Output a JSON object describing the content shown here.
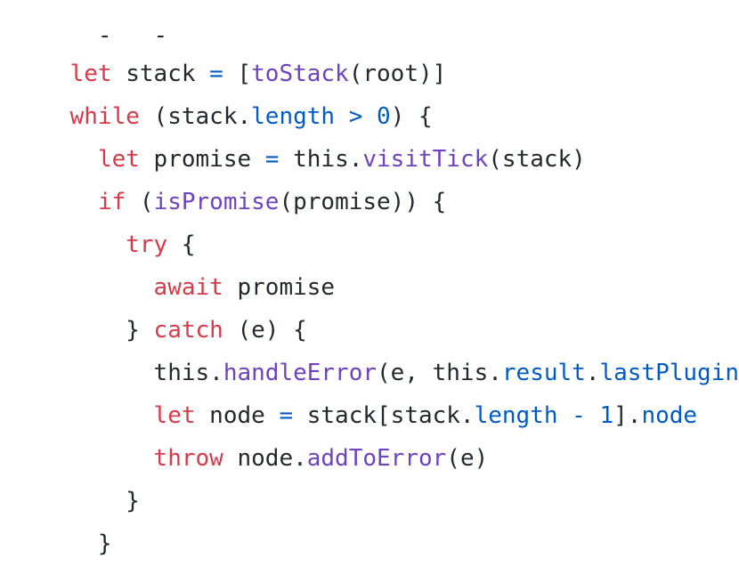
{
  "colors": {
    "keyword": "#d73a49",
    "function": "#6f42c1",
    "property": "#005cc5",
    "number": "#005cc5",
    "plain": "#24292e",
    "background": "#ffffff"
  },
  "code_lines": [
    {
      "tokens": [
        {
          "type": "plain",
          "text": "  -   -"
        }
      ]
    },
    {
      "tokens": [
        {
          "type": "keyword",
          "text": "let"
        },
        {
          "type": "plain",
          "text": " stack "
        },
        {
          "type": "operator",
          "text": "="
        },
        {
          "type": "plain",
          "text": " ["
        },
        {
          "type": "function",
          "text": "toStack"
        },
        {
          "type": "plain",
          "text": "(root)]"
        }
      ]
    },
    {
      "tokens": [
        {
          "type": "keyword",
          "text": "while"
        },
        {
          "type": "plain",
          "text": " (stack."
        },
        {
          "type": "property",
          "text": "length"
        },
        {
          "type": "plain",
          "text": " "
        },
        {
          "type": "operator",
          "text": ">"
        },
        {
          "type": "plain",
          "text": " "
        },
        {
          "type": "number",
          "text": "0"
        },
        {
          "type": "plain",
          "text": ") {"
        }
      ]
    },
    {
      "tokens": [
        {
          "type": "plain",
          "text": "  "
        },
        {
          "type": "keyword",
          "text": "let"
        },
        {
          "type": "plain",
          "text": " promise "
        },
        {
          "type": "operator",
          "text": "="
        },
        {
          "type": "plain",
          "text": " this."
        },
        {
          "type": "function",
          "text": "visitTick"
        },
        {
          "type": "plain",
          "text": "(stack)"
        }
      ]
    },
    {
      "tokens": [
        {
          "type": "plain",
          "text": "  "
        },
        {
          "type": "keyword",
          "text": "if"
        },
        {
          "type": "plain",
          "text": " ("
        },
        {
          "type": "function",
          "text": "isPromise"
        },
        {
          "type": "plain",
          "text": "(promise)) {"
        }
      ]
    },
    {
      "tokens": [
        {
          "type": "plain",
          "text": "    "
        },
        {
          "type": "keyword",
          "text": "try"
        },
        {
          "type": "plain",
          "text": " {"
        }
      ]
    },
    {
      "tokens": [
        {
          "type": "plain",
          "text": "      "
        },
        {
          "type": "keyword",
          "text": "await"
        },
        {
          "type": "plain",
          "text": " promise"
        }
      ]
    },
    {
      "tokens": [
        {
          "type": "plain",
          "text": "    } "
        },
        {
          "type": "keyword",
          "text": "catch"
        },
        {
          "type": "plain",
          "text": " (e) {"
        }
      ]
    },
    {
      "tokens": [
        {
          "type": "plain",
          "text": "      this."
        },
        {
          "type": "function",
          "text": "handleError"
        },
        {
          "type": "plain",
          "text": "(e, this."
        },
        {
          "type": "property",
          "text": "result"
        },
        {
          "type": "plain",
          "text": "."
        },
        {
          "type": "property",
          "text": "lastPlugin"
        },
        {
          "type": "plain",
          "text": ")"
        }
      ]
    },
    {
      "tokens": [
        {
          "type": "plain",
          "text": "      "
        },
        {
          "type": "keyword",
          "text": "let"
        },
        {
          "type": "plain",
          "text": " node "
        },
        {
          "type": "operator",
          "text": "="
        },
        {
          "type": "plain",
          "text": " stack[stack."
        },
        {
          "type": "property",
          "text": "length"
        },
        {
          "type": "plain",
          "text": " "
        },
        {
          "type": "operator",
          "text": "-"
        },
        {
          "type": "plain",
          "text": " "
        },
        {
          "type": "number",
          "text": "1"
        },
        {
          "type": "plain",
          "text": "]."
        },
        {
          "type": "property",
          "text": "node"
        }
      ]
    },
    {
      "tokens": [
        {
          "type": "plain",
          "text": "      "
        },
        {
          "type": "keyword",
          "text": "throw"
        },
        {
          "type": "plain",
          "text": " node."
        },
        {
          "type": "function",
          "text": "addToError"
        },
        {
          "type": "plain",
          "text": "(e)"
        }
      ]
    },
    {
      "tokens": [
        {
          "type": "plain",
          "text": "    }"
        }
      ]
    },
    {
      "tokens": [
        {
          "type": "plain",
          "text": "  }"
        }
      ]
    },
    {
      "tokens": [
        {
          "type": "plain",
          "text": "}"
        }
      ]
    }
  ]
}
